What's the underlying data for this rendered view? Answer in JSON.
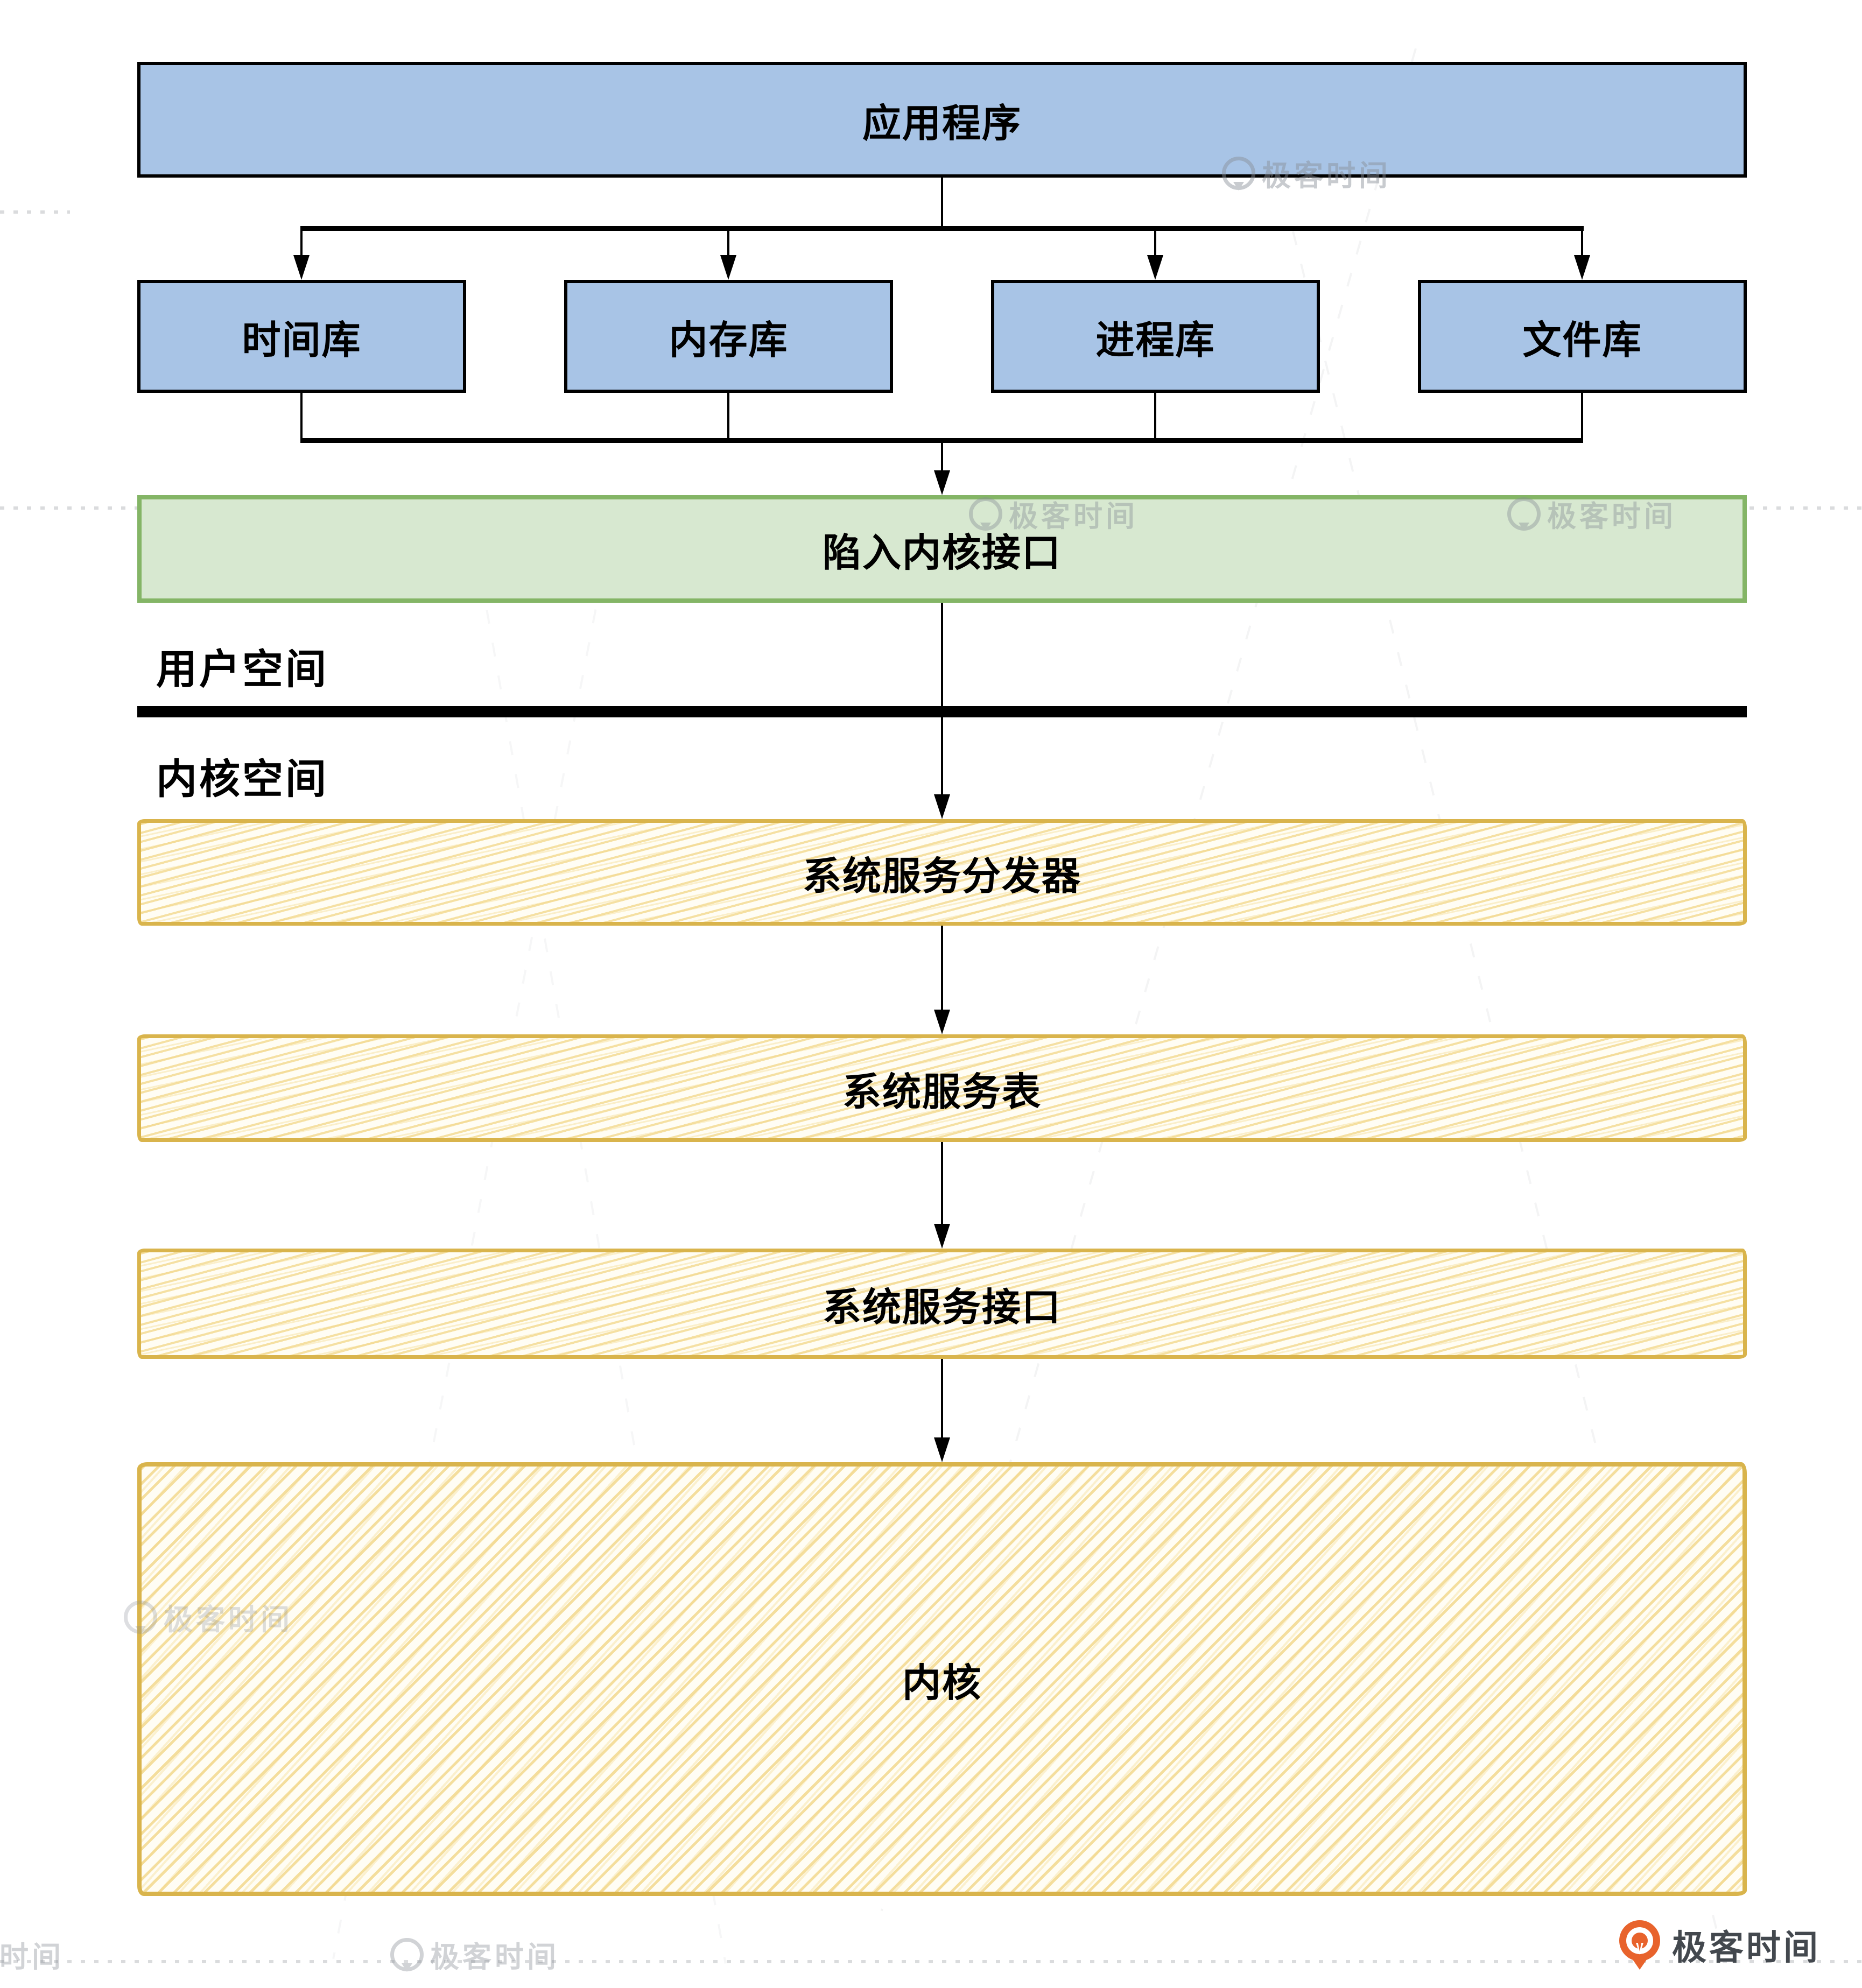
{
  "diagram": {
    "app_box": "应用程序",
    "libraries": [
      "时间库",
      "内存库",
      "进程库",
      "文件库"
    ],
    "trap_box": "陷入内核接口",
    "user_space_label": "用户空间",
    "kernel_space_label": "内核空间",
    "kernel_layers": [
      "系统服务分发器",
      "系统服务表",
      "系统服务接口"
    ],
    "kernel_box": "内核",
    "colors": {
      "library_fill": "#a8c4e6",
      "library_border": "#000000",
      "trap_fill": "#d7e8d0",
      "trap_border": "#84b566",
      "kernel_layer_border": "#d9b44c",
      "kernel_layer_hatch": "#f2d687",
      "divider": "#000000"
    }
  },
  "watermark": {
    "text": "极客时间",
    "color": "#878d96"
  },
  "branding": {
    "logo_text": "极客时间",
    "logo_color": "#e8632c",
    "logo_text_color": "#43484e"
  }
}
